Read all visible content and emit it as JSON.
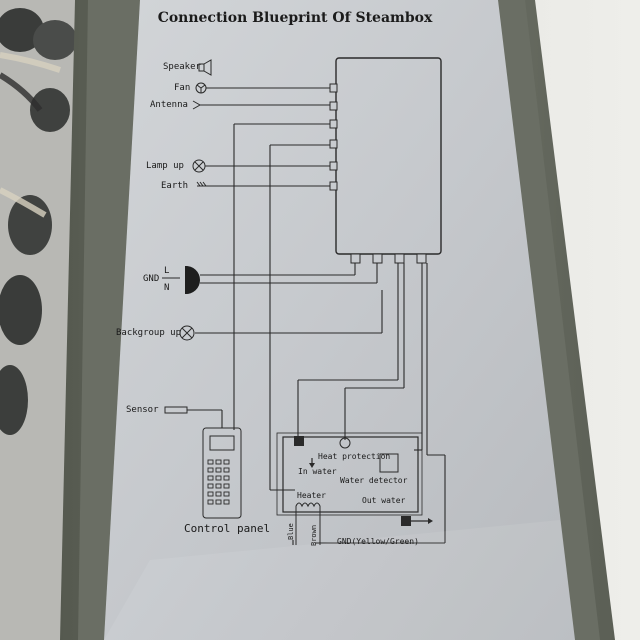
{
  "title": "Connection Blueprint Of Steambox",
  "labels": {
    "speaker": "Speaker",
    "fan": "Fan",
    "antenna": "Antenna",
    "lamp_up": "Lamp up",
    "earth": "Earth",
    "gnd": "GND",
    "l": "L",
    "n": "N",
    "backgroup_up": "Backgroup up",
    "sensor": "Sensor",
    "control_panel": "Control panel",
    "heat_protection": "Heat protection",
    "in_water": "In water",
    "water_detector": "Water detector",
    "heater": "Heater",
    "out_water": "Out water",
    "blue": "Blue",
    "brown": "Brown",
    "gnd_yellow_green": "GND(Yellow/Green)"
  },
  "colors": {
    "plate": "#c3c6ca",
    "housing": "#6e7268",
    "line": "#2a2a2a"
  }
}
